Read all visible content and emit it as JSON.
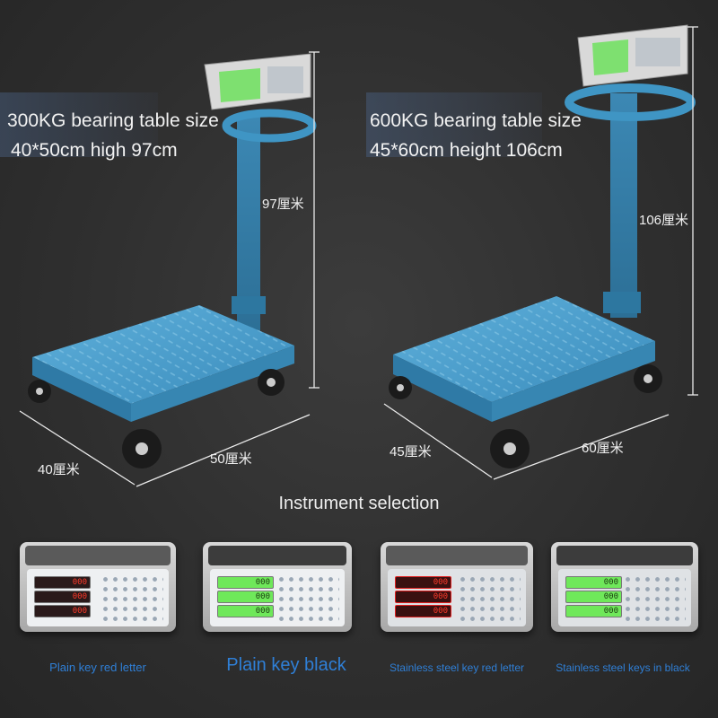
{
  "left_scale": {
    "line1": "300KG bearing table size",
    "line2": "40*50cm high 97cm",
    "height_dim": "97厘米",
    "depth_dim": "40厘米",
    "width_dim": "50厘米"
  },
  "right_scale": {
    "line1": "600KG bearing table size",
    "line2": "45*60cm height 106cm",
    "height_dim": "106厘米",
    "depth_dim": "45厘米",
    "width_dim": "60厘米"
  },
  "section_title": "Instrument selection",
  "instruments": [
    {
      "caption": "Plain key red letter",
      "display_color": "red",
      "digits": [
        "000",
        "000",
        "000"
      ]
    },
    {
      "caption": "Plain key black",
      "display_color": "green",
      "digits": [
        "000",
        "000",
        "000"
      ]
    },
    {
      "caption": "Stainless steel key red letter",
      "display_color": "red",
      "digits": [
        "000",
        "000",
        "000"
      ]
    },
    {
      "caption": "Stainless steel keys in black",
      "display_color": "green",
      "digits": [
        "000",
        "000",
        "000"
      ]
    }
  ],
  "colors": {
    "scale_blue": "#3f95c4",
    "caption_blue": "#2f7fd6",
    "lcd_green": "#6fe85a",
    "led_red": "#e02020"
  }
}
